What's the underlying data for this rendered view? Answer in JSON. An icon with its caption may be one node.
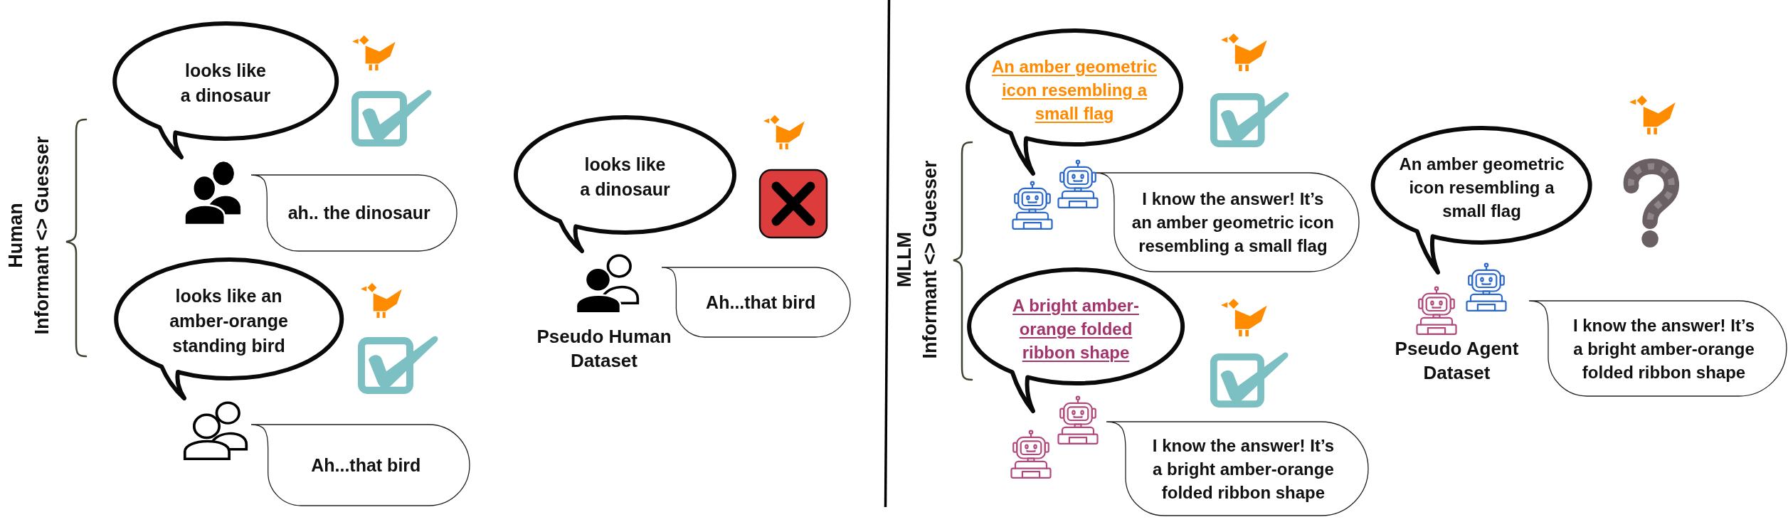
{
  "diagram": {
    "nodes": [
      {
        "text": [
          "looks like a **dinosaur**"
        ]
      },
      {
        "text": [
          "ah.. the **dinosaur**"
        ]
      },
      {
        "text": [
          "looks like an amber-orange standing **bird**"
        ]
      },
      {
        "text": [
          "Ah...that **bird**"
        ]
      },
      {
        "text": [
          "looks like a **dinosaur**"
        ]
      },
      {
        "text": [
          "Ah...that **bird**"
        ]
      },
      {
        "text": [
          "An amber geometric icon resembling a small flag"
        ]
      },
      {
        "text": [
          "I know the answer! It’s **an amber geometric icon resembling a small flag**"
        ]
      },
      {
        "text": [
          "A bright amber-orange folded ribbon shape"
        ]
      },
      {
        "text": [
          "I know the answer! It’s **a bright amber-orange folded ribbon shape**"
        ]
      },
      {
        "text": [
          "An amber geometric icon resembling a small flag"
        ]
      },
      {
        "text": [
          "I know the answer! It’s a bright amber-orange folded ribbon shape"
        ]
      }
    ],
    "labels": [
      "Human",
      "Informant <> Guesser",
      "Pseudo Human Dataset",
      "MLLM",
      "Informant <> Guesser",
      "Pseudo Agent Dataset"
    ]
  }
}
